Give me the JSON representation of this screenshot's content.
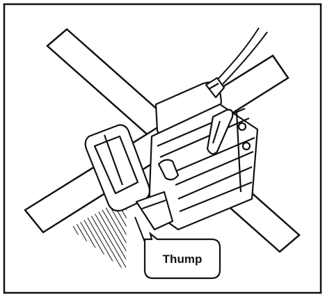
{
  "callout": {
    "label": "Thump"
  },
  "icons": {
    "prohibition": "cross-out-x",
    "tool": "pneumatic-nailer",
    "surface": "hatched-wedge"
  },
  "colors": {
    "ink": "#111111",
    "paper": "#ffffff"
  }
}
